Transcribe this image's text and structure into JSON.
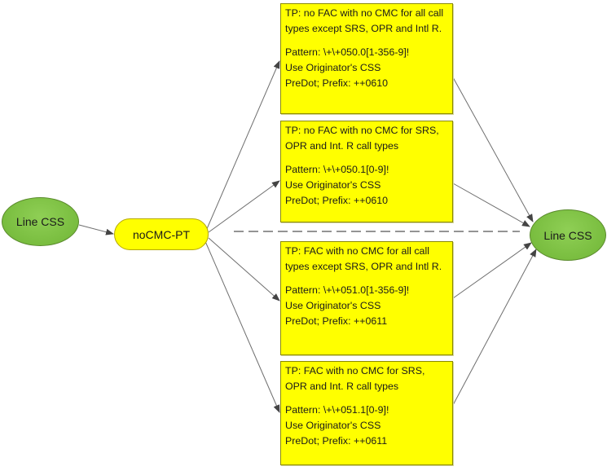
{
  "nodes": {
    "line_css_left": "Line CSS",
    "nocmc_pt": "noCMC-PT",
    "line_css_right": "Line CSS"
  },
  "boxes": [
    {
      "title": "TP: no FAC with no CMC for all call types except SRS, OPR and Intl R.",
      "pattern": "Pattern: \\+\\+050.0[1-356-9]!",
      "css": "Use Originator's CSS",
      "prefix": "PreDot; Prefix: ++0610"
    },
    {
      "title": "TP: no FAC with no CMC for SRS, OPR and Int. R call types",
      "pattern": "Pattern: \\+\\+050.1[0-9]!",
      "css": "Use Originator's CSS",
      "prefix": "PreDot; Prefix: ++0610"
    },
    {
      "title": "TP: FAC with no CMC for all call types except SRS, OPR and Intl R.",
      "pattern": "Pattern: \\+\\+051.0[1-356-9]!",
      "css": "Use Originator's CSS",
      "prefix": "PreDot; Prefix: ++0611"
    },
    {
      "title": "TP: FAC with no CMC for SRS, OPR and Int. R call types",
      "pattern": "Pattern: \\+\\+051.1[0-9]!",
      "css": "Use Originator's CSS",
      "prefix": "PreDot; Prefix: ++0611"
    }
  ]
}
